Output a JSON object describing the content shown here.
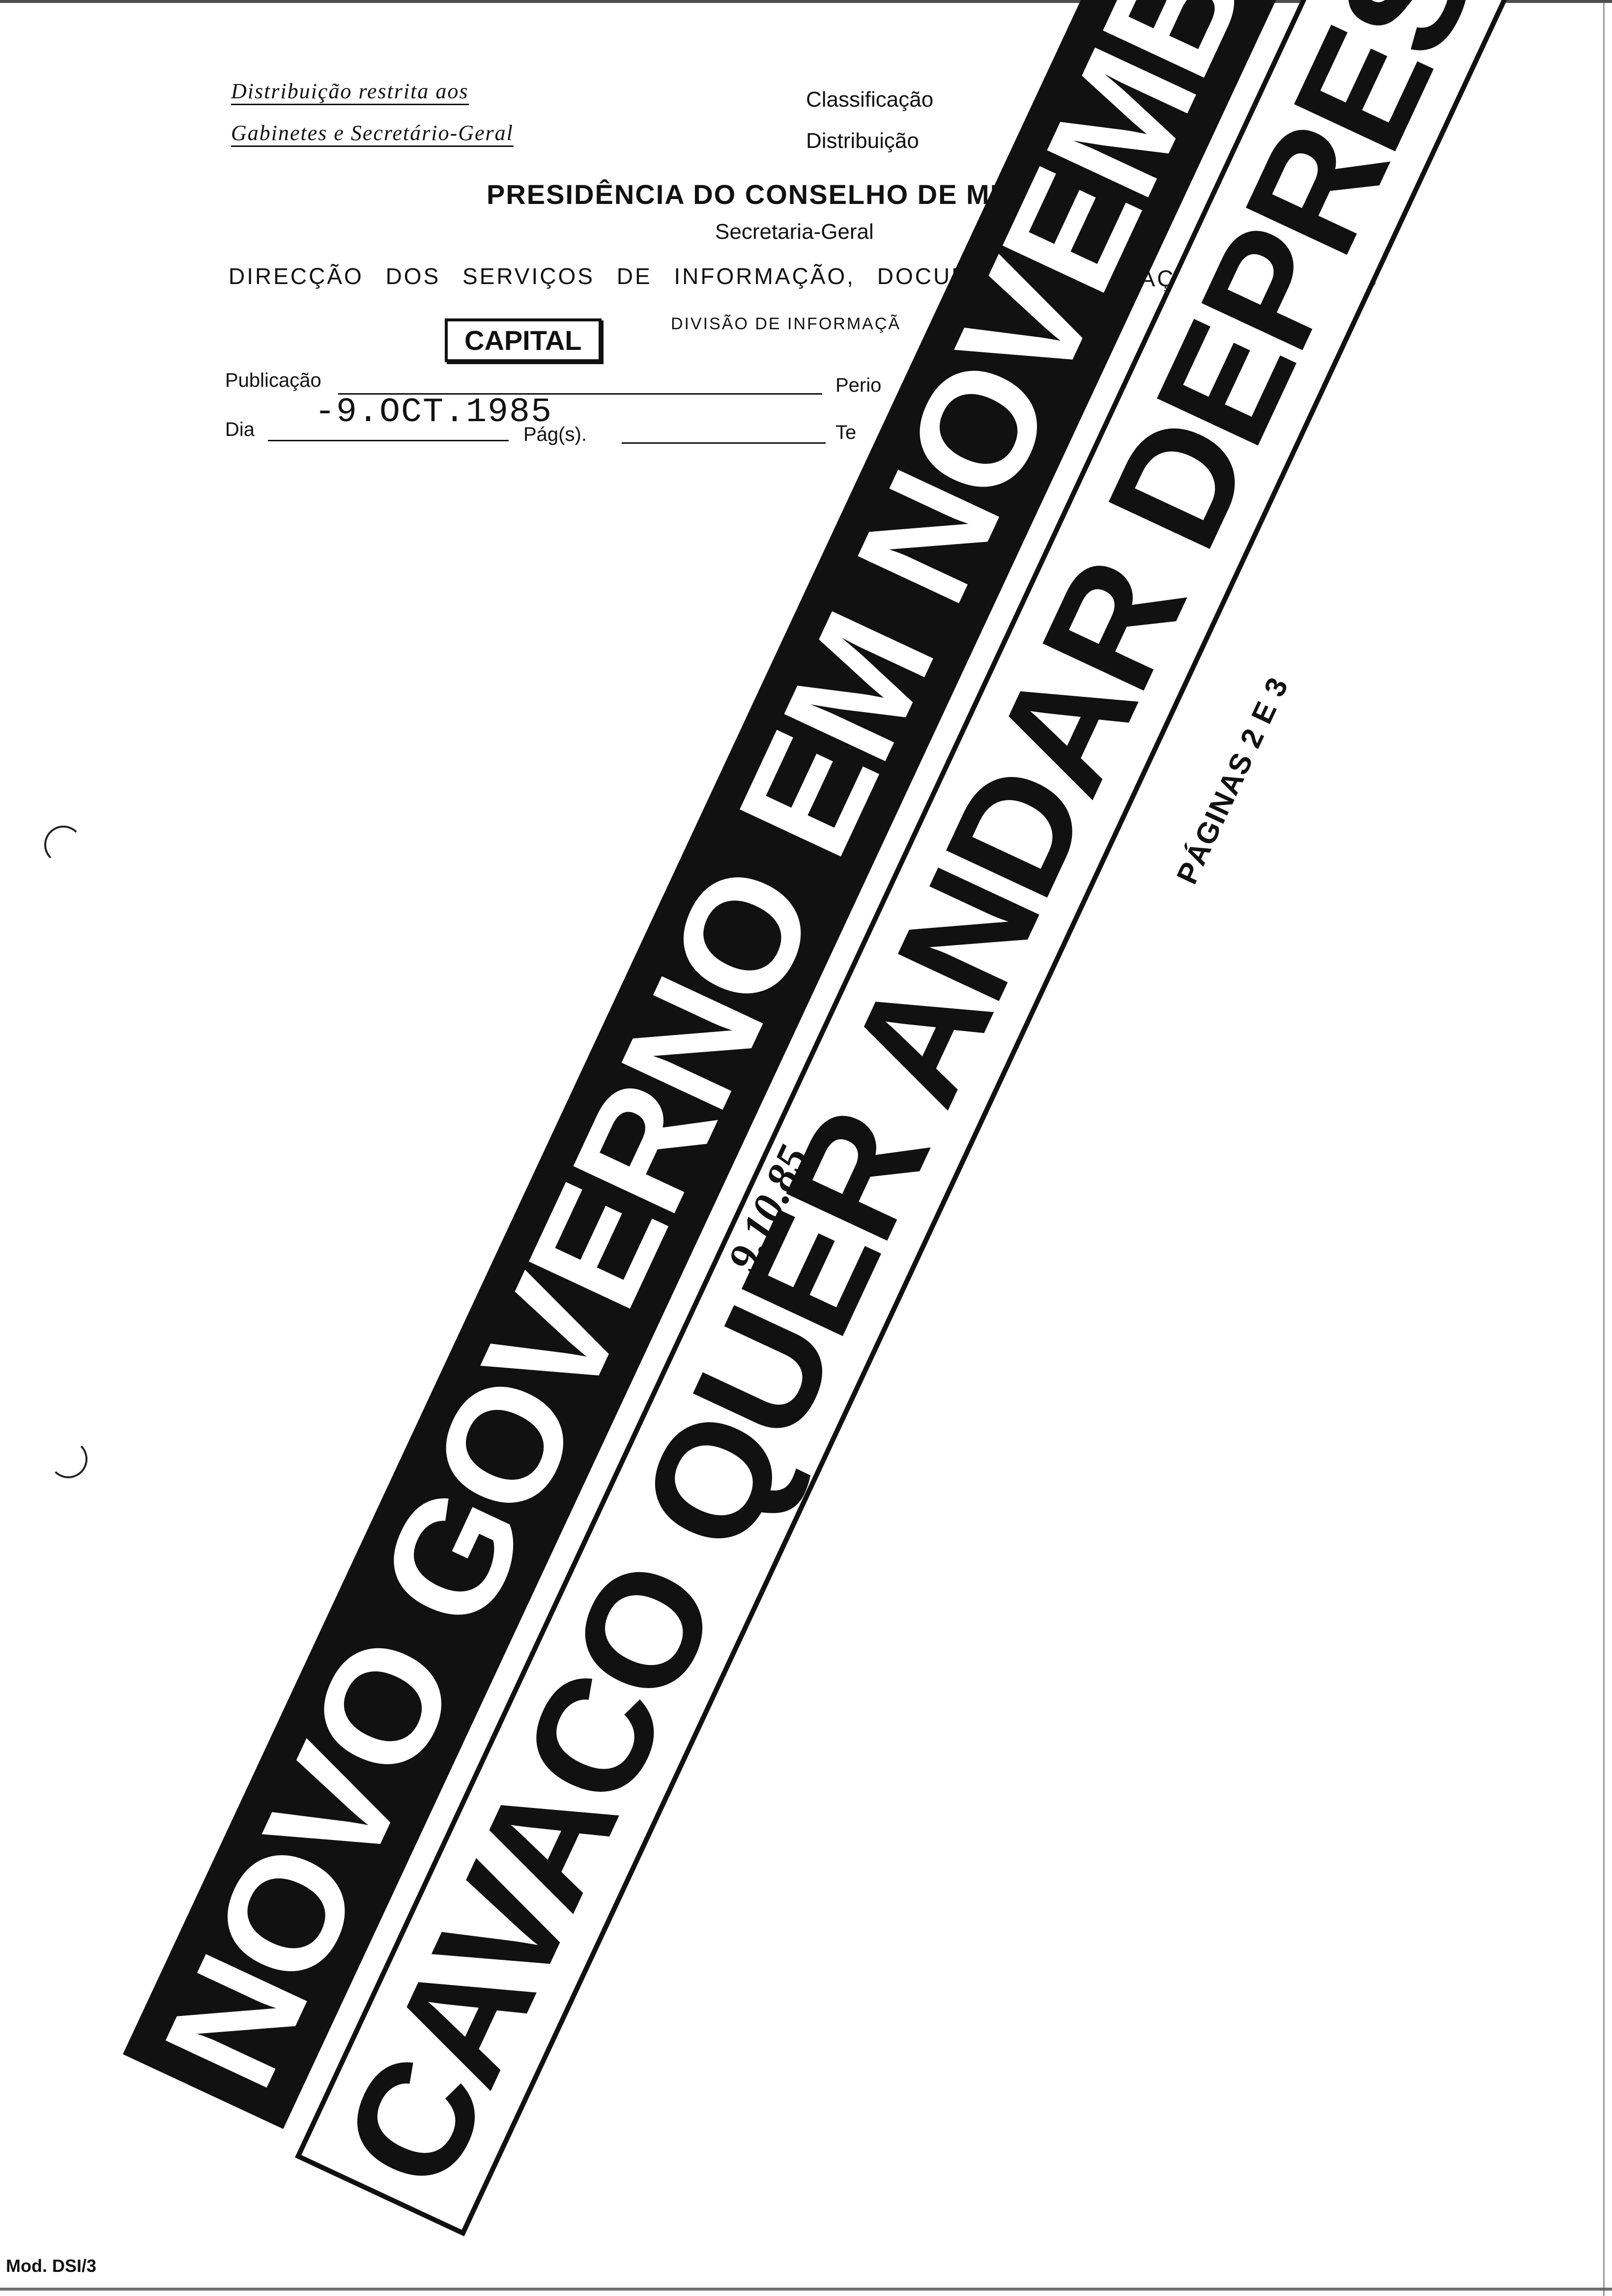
{
  "restriction": {
    "line1": "Distribuição restrita aos",
    "line2": "Gabinetes e Secretário-Geral"
  },
  "meta": {
    "classificacao": "Classificação",
    "distribuicao": "Distribuição"
  },
  "header": {
    "title": "PRESIDÊNCIA DO CONSELHO DE MINISTROS",
    "subtitle": "Secretaria-Geral",
    "department_left": "DIRECÇÃO DOS SERVIÇOS DE INFORMAÇÃO, DOCUM",
    "department_right": "LAÇÕES PÚBLICAS",
    "division": "DIVISÃO DE INFORMAÇÃ"
  },
  "capital_stamp": "CAPITAL",
  "form": {
    "publicacao_label": "Publicação",
    "dia_label": "Dia",
    "dia_value": "-9.OCT.1985",
    "pags_label": "Pág(s).",
    "perio_label": "Perio",
    "te_label": "Te"
  },
  "clipping": {
    "headline_1": "NOVO GOVERNO EM NOVEMBRO",
    "headline_2": "CAVACO QUER ANDAR DEPRESSA",
    "pages": "PÁGINAS 2 E 3",
    "handwritten": "9.10.85"
  },
  "footer": {
    "model": "Mod. DSI/3"
  }
}
